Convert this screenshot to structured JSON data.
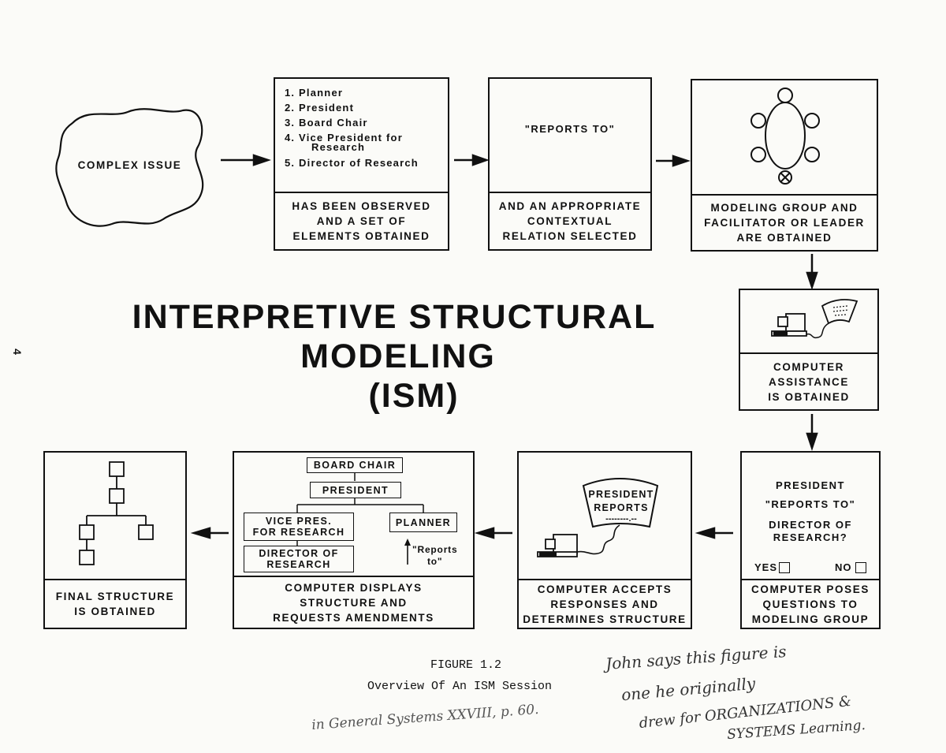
{
  "complex_issue": {
    "label": "COMPLEX ISSUE"
  },
  "elements_box": {
    "items": [
      "1. Planner",
      "2. President",
      "3. Board Chair",
      "4. Vice President for",
      "Research",
      "5. Director of Research"
    ],
    "caption": [
      "HAS BEEN OBSERVED",
      "AND A SET OF",
      "ELEMENTS OBTAINED"
    ]
  },
  "relation_box": {
    "relation": "\"REPORTS TO\"",
    "caption": [
      "AND AN APPROPRIATE",
      "CONTEXTUAL",
      "RELATION SELECTED"
    ]
  },
  "group_box": {
    "caption": [
      "MODELING GROUP AND",
      "FACILITATOR OR LEADER",
      "ARE OBTAINED"
    ]
  },
  "computer_box": {
    "caption": [
      "COMPUTER",
      "ASSISTANCE",
      "IS OBTAINED"
    ]
  },
  "question_box": {
    "question": [
      "PRESIDENT",
      "\"REPORTS TO\"",
      "DIRECTOR OF",
      "RESEARCH?"
    ],
    "yes": "YES",
    "no": "NO",
    "caption": [
      "COMPUTER POSES",
      "QUESTIONS TO",
      "MODELING GROUP"
    ]
  },
  "accept_box": {
    "screen": [
      "PRESIDENT",
      "REPORTS",
      "--------.--"
    ],
    "caption": [
      "COMPUTER ACCEPTS",
      "RESPONSES AND",
      "DETERMINES STRUCTURE"
    ]
  },
  "display_box": {
    "board_chair": "BOARD CHAIR",
    "president": "PRESIDENT",
    "vice_pres": [
      "VICE PRES.",
      "FOR RESEARCH"
    ],
    "planner": "PLANNER",
    "director": [
      "DIRECTOR OF",
      "RESEARCH"
    ],
    "reports_to": [
      "\"Reports",
      "to\""
    ],
    "caption": [
      "COMPUTER DISPLAYS",
      "STRUCTURE AND",
      "REQUESTS AMENDMENTS"
    ]
  },
  "final_box": {
    "caption": [
      "FINAL STRUCTURE",
      "IS OBTAINED"
    ]
  },
  "title": [
    "INTERPRETIVE STRUCTURAL",
    "MODELING",
    "(ISM)"
  ],
  "figure": {
    "number": "FIGURE 1.2",
    "caption": "Overview Of An ISM Session"
  },
  "page_number": "4",
  "handwriting": {
    "note": [
      "John says this figure is",
      "one he originally",
      "drew for ORGANIZATIONS &",
      "SYSTEMS Learning."
    ],
    "source": "in General Systems XXVIII, p. 60."
  }
}
